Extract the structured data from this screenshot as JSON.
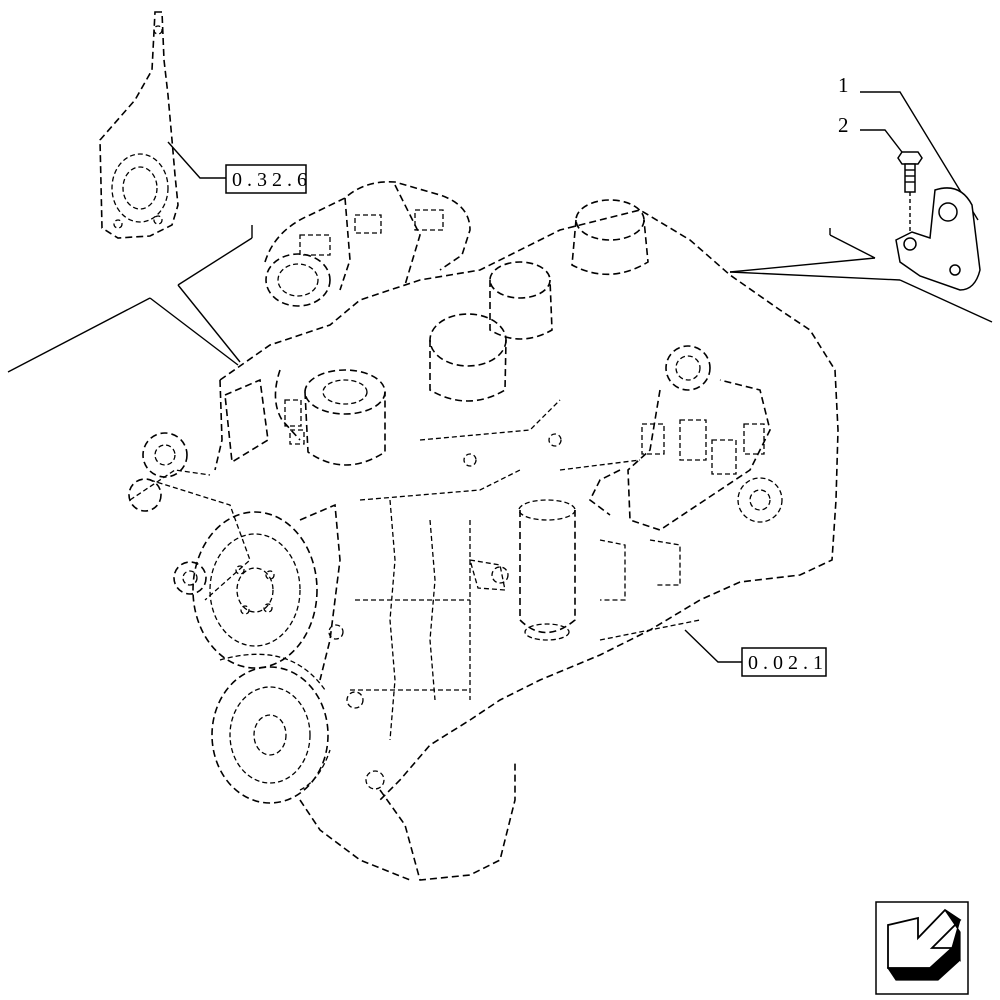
{
  "references": {
    "top_left": "0.32.6",
    "bottom_right": "0.02.1"
  },
  "callouts": {
    "item_1": "1",
    "item_2": "2"
  },
  "icons": {
    "navigation": "arrow-left-down-icon",
    "bracket": "mounting-bracket-icon",
    "bolt": "bolt-icon",
    "engine": "engine-assembly-icon",
    "gasket": "gasket-bracket-icon"
  },
  "colors": {
    "line": "#000000",
    "background": "#ffffff"
  }
}
